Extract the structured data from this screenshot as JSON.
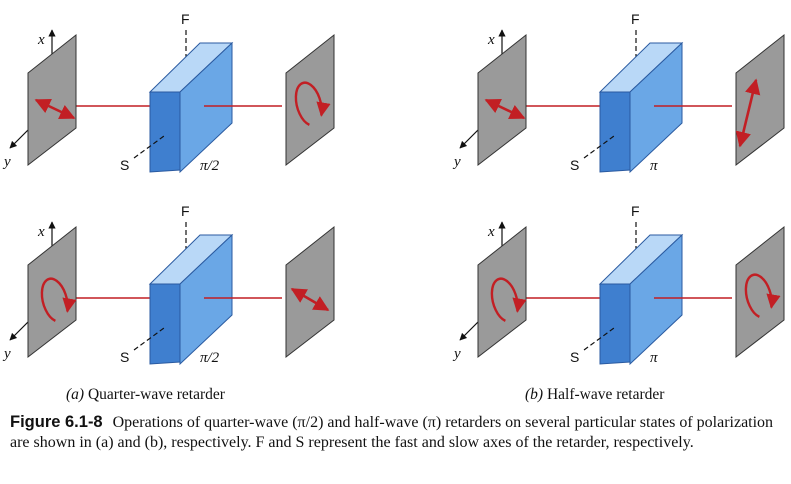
{
  "panels": [
    {
      "id": "a-top",
      "ox": 0,
      "oy": 0,
      "plate_label": "π/2",
      "input": "linear",
      "output": "circular"
    },
    {
      "id": "b-top",
      "ox": 450,
      "oy": 0,
      "plate_label": "π",
      "input": "linear",
      "output": "linear-rotated"
    },
    {
      "id": "a-bottom",
      "ox": 0,
      "oy": 192,
      "plate_label": "π/2",
      "input": "circular",
      "output": "linear"
    },
    {
      "id": "b-bottom",
      "ox": 450,
      "oy": 192,
      "plate_label": "π",
      "input": "circular",
      "output": "circular"
    }
  ],
  "axis_labels": {
    "x": "x",
    "y": "y",
    "fast": "F",
    "slow": "S"
  },
  "colors": {
    "screen": "#9a9a9a",
    "plate_front": "#6aa7e6",
    "plate_side": "#3f7fcf",
    "plate_top": "#b9d8f7",
    "beam": "#c21f24"
  },
  "subcaptions": {
    "a_letter": "(a)",
    "a_text": " Quarter-wave retarder",
    "b_letter": "(b)",
    "b_text": " Half-wave retarder"
  },
  "caption": {
    "figure_number": "Figure 6.1-8",
    "text": "Operations of quarter-wave (π/2) and half-wave (π) retarders on several particular states of polarization are shown in (a) and (b), respectively. F and S represent the fast and slow axes of the retarder, respectively."
  }
}
